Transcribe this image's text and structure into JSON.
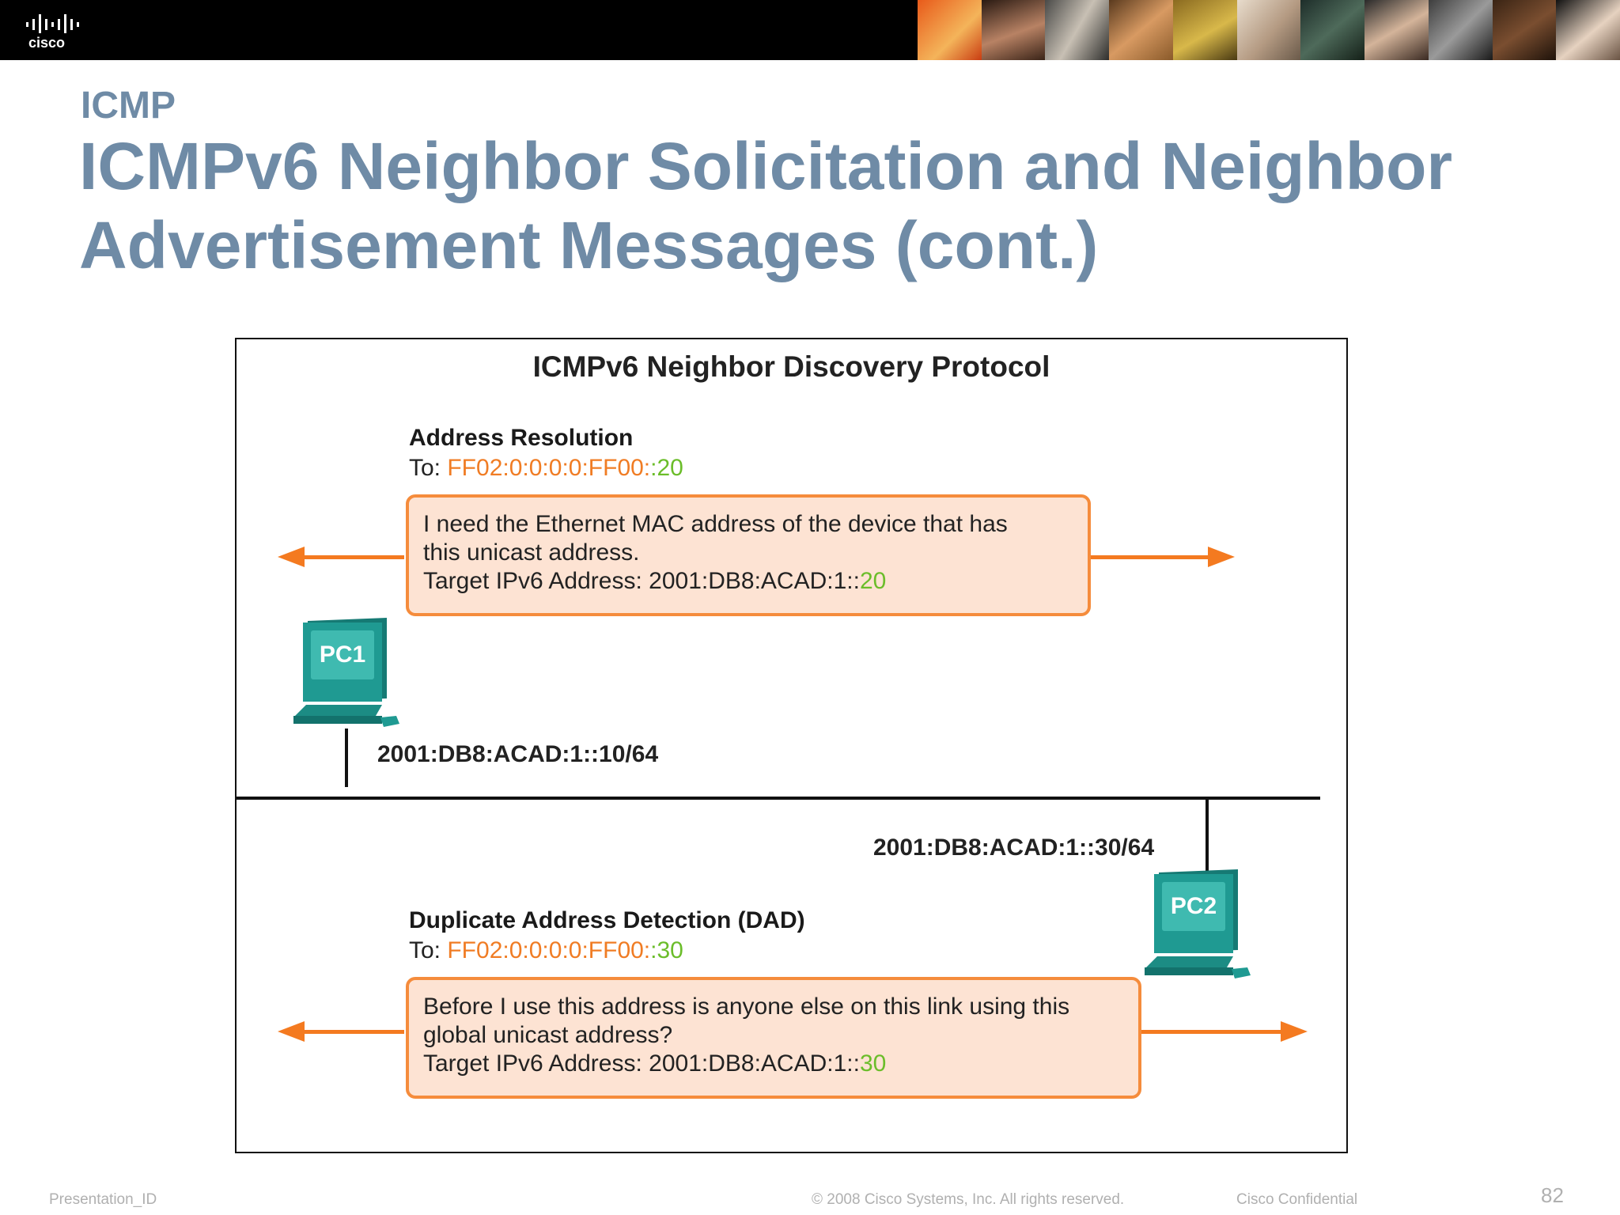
{
  "header": {
    "logo_text": "cisco"
  },
  "slide": {
    "kicker": "ICMP",
    "title": "ICMPv6 Neighbor Solicitation and Neighbor Advertisement Messages (cont.)"
  },
  "figure": {
    "title": "ICMPv6 Neighbor Discovery Protocol",
    "address_resolution": {
      "heading": "Address Resolution",
      "to_label": "To: ",
      "to_prefix": "FF02:0:0:0:0:FF00:",
      "to_suffix": ":20",
      "message_line1": "I need the Ethernet MAC address of the device that has",
      "message_line2": "this unicast address.",
      "target_label": "Target IPv6 Address: 2001:DB8:ACAD:1::",
      "target_suffix": "20"
    },
    "dad": {
      "heading": "Duplicate Address Detection (DAD)",
      "to_label": "To: ",
      "to_prefix": "FF02:0:0:0:0:FF00:",
      "to_suffix": ":30",
      "message_line1": "Before I use this address is anyone else on this link using this",
      "message_line2": "global unicast address?",
      "target_label": "Target IPv6 Address: 2001:DB8:ACAD:1::",
      "target_suffix": "30"
    },
    "pc1": {
      "label": "PC1",
      "address": "2001:DB8:ACAD:1::10/64"
    },
    "pc2": {
      "label": "PC2",
      "address": "2001:DB8:ACAD:1::30/64"
    }
  },
  "footer": {
    "left": "Presentation_ID",
    "center": "© 2008 Cisco Systems, Inc. All rights reserved.",
    "right": "Cisco Confidential",
    "page": "82"
  },
  "colors": {
    "title": "#6f8ba6",
    "accent_orange": "#f47a20",
    "accent_green": "#6bbd2a",
    "bubble_fill": "#fde3d3",
    "pc_teal": "#1f9a92"
  }
}
